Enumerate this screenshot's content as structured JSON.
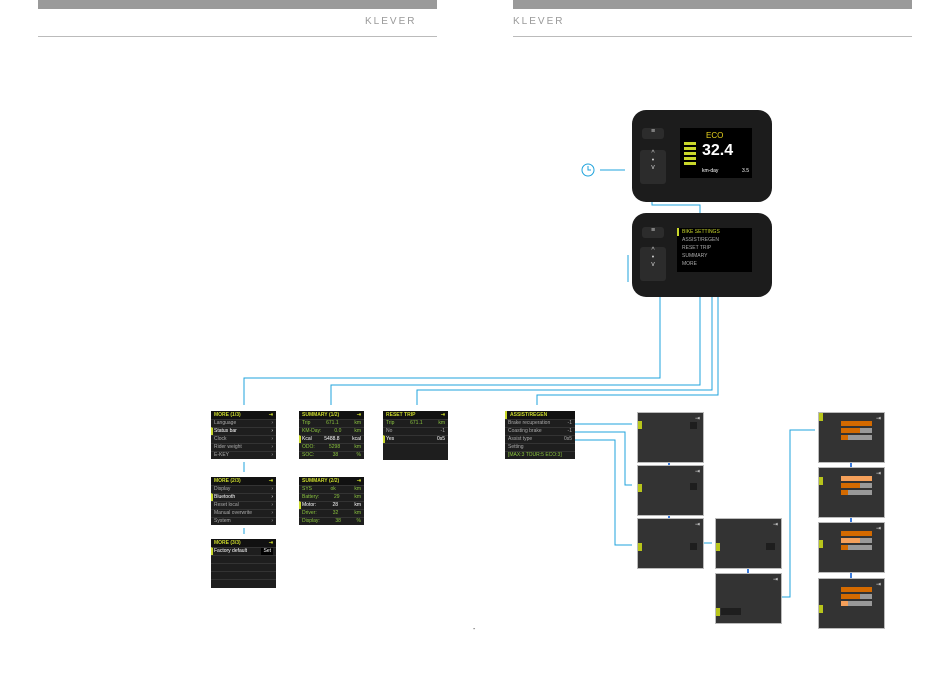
{
  "header": {
    "logo_left": "KLEVER",
    "logo_right": "KLEVER"
  },
  "device_main": {
    "mode": "ECO",
    "speed": "32.4",
    "metric_label": "km-day",
    "metric_value": "3.5"
  },
  "bike_settings": {
    "title": "BIKE SETTINGS",
    "items": [
      "ASSIST/REGEN",
      "RESET TRIP",
      "SUMMARY",
      "MORE"
    ]
  },
  "more1": {
    "title": "MORE (1/3)",
    "items": [
      "Language",
      "Status bar",
      "Clock",
      "Rider weight",
      "E-KEY"
    ]
  },
  "more2": {
    "title": "MORE (2/3)",
    "items": [
      "Display",
      "Bluetooth",
      "Reset local",
      "Manual overwrite",
      "System"
    ]
  },
  "more3": {
    "title": "MORE (3/3)",
    "items": [
      {
        "label": "Factory default",
        "value": "Set"
      }
    ]
  },
  "summary1": {
    "title": "SUMMARY (1/2)",
    "rows": [
      [
        "Trip",
        "671.1",
        "km"
      ],
      [
        "KM-Day:",
        "0.0",
        "km"
      ],
      [
        "Kcal",
        "5488.8",
        "kcal"
      ],
      [
        "ODO:",
        "5298",
        "km"
      ],
      [
        "SOC:",
        "38",
        "%"
      ]
    ]
  },
  "summary2": {
    "title": "SUMMARY (2/2)",
    "rows": [
      [
        "SYS",
        "ok",
        "km"
      ],
      [
        "Battery:",
        "29",
        "km"
      ],
      [
        "Motor:",
        "28",
        "km"
      ],
      [
        "Driver:",
        "32",
        "km"
      ],
      [
        "Display:",
        "38",
        "%"
      ]
    ]
  },
  "reset_trip": {
    "title": "RESET TRIP",
    "rows": [
      [
        "Trip",
        "671.1",
        "km"
      ],
      [
        "No",
        "",
        "-1"
      ],
      [
        "Yes",
        "",
        "0s5"
      ]
    ]
  },
  "assist_regen": {
    "title": "ASSIST/REGEN",
    "rows": [
      [
        "Brake recuperation",
        "-1"
      ],
      [
        "Coasting brake",
        "-1"
      ],
      [
        "Assist type",
        "0s5"
      ],
      [
        "Setting",
        ""
      ]
    ],
    "footer": "[MAX:3 TOUR:5 ECO:3]"
  },
  "page_mark": "-"
}
